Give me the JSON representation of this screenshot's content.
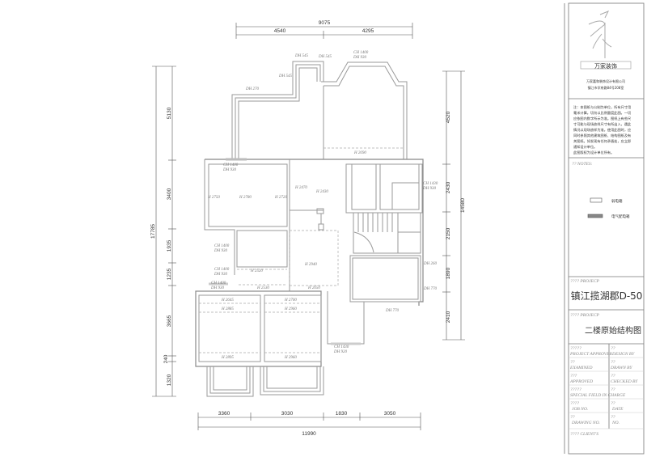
{
  "title_block": {
    "company_logo_text": "万家装饰",
    "company_name": "万家嘉和装饰设计有限公司",
    "company_address": "镇江市学府路84号208室",
    "notes_text": [
      "注：本图纸与公制为单位，所有尺寸用",
      "毫米计算。切勿以比例量度此图。一切",
      "应依图内数字所示为准。图纸上有些尺",
      "寸可能与现场放样尺寸有所出入，遇此",
      "情况以现场放样为准。使用此图时，应",
      "同时参照其他建筑图纸、结构图纸及有",
      "关图纸。如发现有任何矛盾处，应立即",
      "通知设计单位。",
      "此图版权为设计单位所有。"
    ],
    "notes_label": "?? NOTES:",
    "legend": [
      {
        "icon": "weak-current-box-icon",
        "label": "弱电箱"
      },
      {
        "icon": "distribution-box-icon",
        "label": "电气配电箱"
      }
    ],
    "project_label": "???? PROJECP",
    "project_name": "镇江揽湖郡D-50",
    "drawing_label": "???? PROJECP",
    "drawing_name": "二楼原始结构图",
    "fields": [
      {
        "q": "?????",
        "label": "PROJECT APPROVER",
        "q2": "??",
        "label2": "DESIGN BY"
      },
      {
        "q": "??",
        "label": "EXAMINED",
        "q2": "??",
        "label2": "DRAWN BY"
      },
      {
        "q": "???",
        "label": "APPROVED",
        "q2": "??",
        "label2": "CHECKED BY"
      },
      {
        "q": "?????",
        "label": "SPECIAL FIELD IN CHARGE",
        "q2": "??",
        "label2": ""
      },
      {
        "q": "????",
        "label": "JOB NO.",
        "q2": "??",
        "label2": "DATE"
      },
      {
        "q": "??",
        "label": "DRAWING NO.",
        "q2": "??",
        "label2": "NO."
      }
    ],
    "client_label": "???? CLIENT'S"
  },
  "dimensions": {
    "top_total": "9075",
    "top": [
      "4540",
      "4295"
    ],
    "bottom_total": "11990",
    "bottom": [
      "3360",
      "3030",
      "1830",
      "3050"
    ],
    "left_total": "17785",
    "left": [
      "5130",
      "3400",
      "1935",
      "1235",
      "3665",
      "240",
      "1320"
    ],
    "right_total": "14580",
    "right": [
      "4520",
      "2430",
      "2150",
      "1890",
      "2410"
    ]
  },
  "annotations": {
    "dh270": "DH 270",
    "dh545a": "DH 545",
    "dh545b": "DH 545",
    "dh545c": "DH 545",
    "bay_ch": "CH 1400",
    "bay_dh": "DH 930",
    "h2690": "H 2690",
    "ch1400a": "CH 1400",
    "dh930a": "DH 930",
    "h2750": "H 2750",
    "h2780": "H 2780",
    "h2720": "H 2720",
    "h2470": "H 2470",
    "h2430": "H 2430",
    "ch1430a": "CH 1430",
    "dh930b": "DH 930",
    "ch1400b": "CH 1400",
    "dh930c": "DH 930",
    "ch1400c": "CH 1400",
    "dh930d": "DH 930",
    "h2520": "H 2520",
    "h2940": "H 2940",
    "ch1400d": "CH 1400",
    "dh930e": "DH 930",
    "h2530": "H 2530",
    "h2650": "H 2650",
    "dh260": "DH 260",
    "dh770a": "DH 770",
    "dh770b": "DH 770",
    "h2645": "H 2645",
    "h2885": "H 2885",
    "h2895": "H 2895",
    "h2700": "H 2700",
    "h2960a": "H 2960",
    "h2960b": "H 2960",
    "ch1430b": "CH 1430",
    "dh920": "DH 920"
  }
}
